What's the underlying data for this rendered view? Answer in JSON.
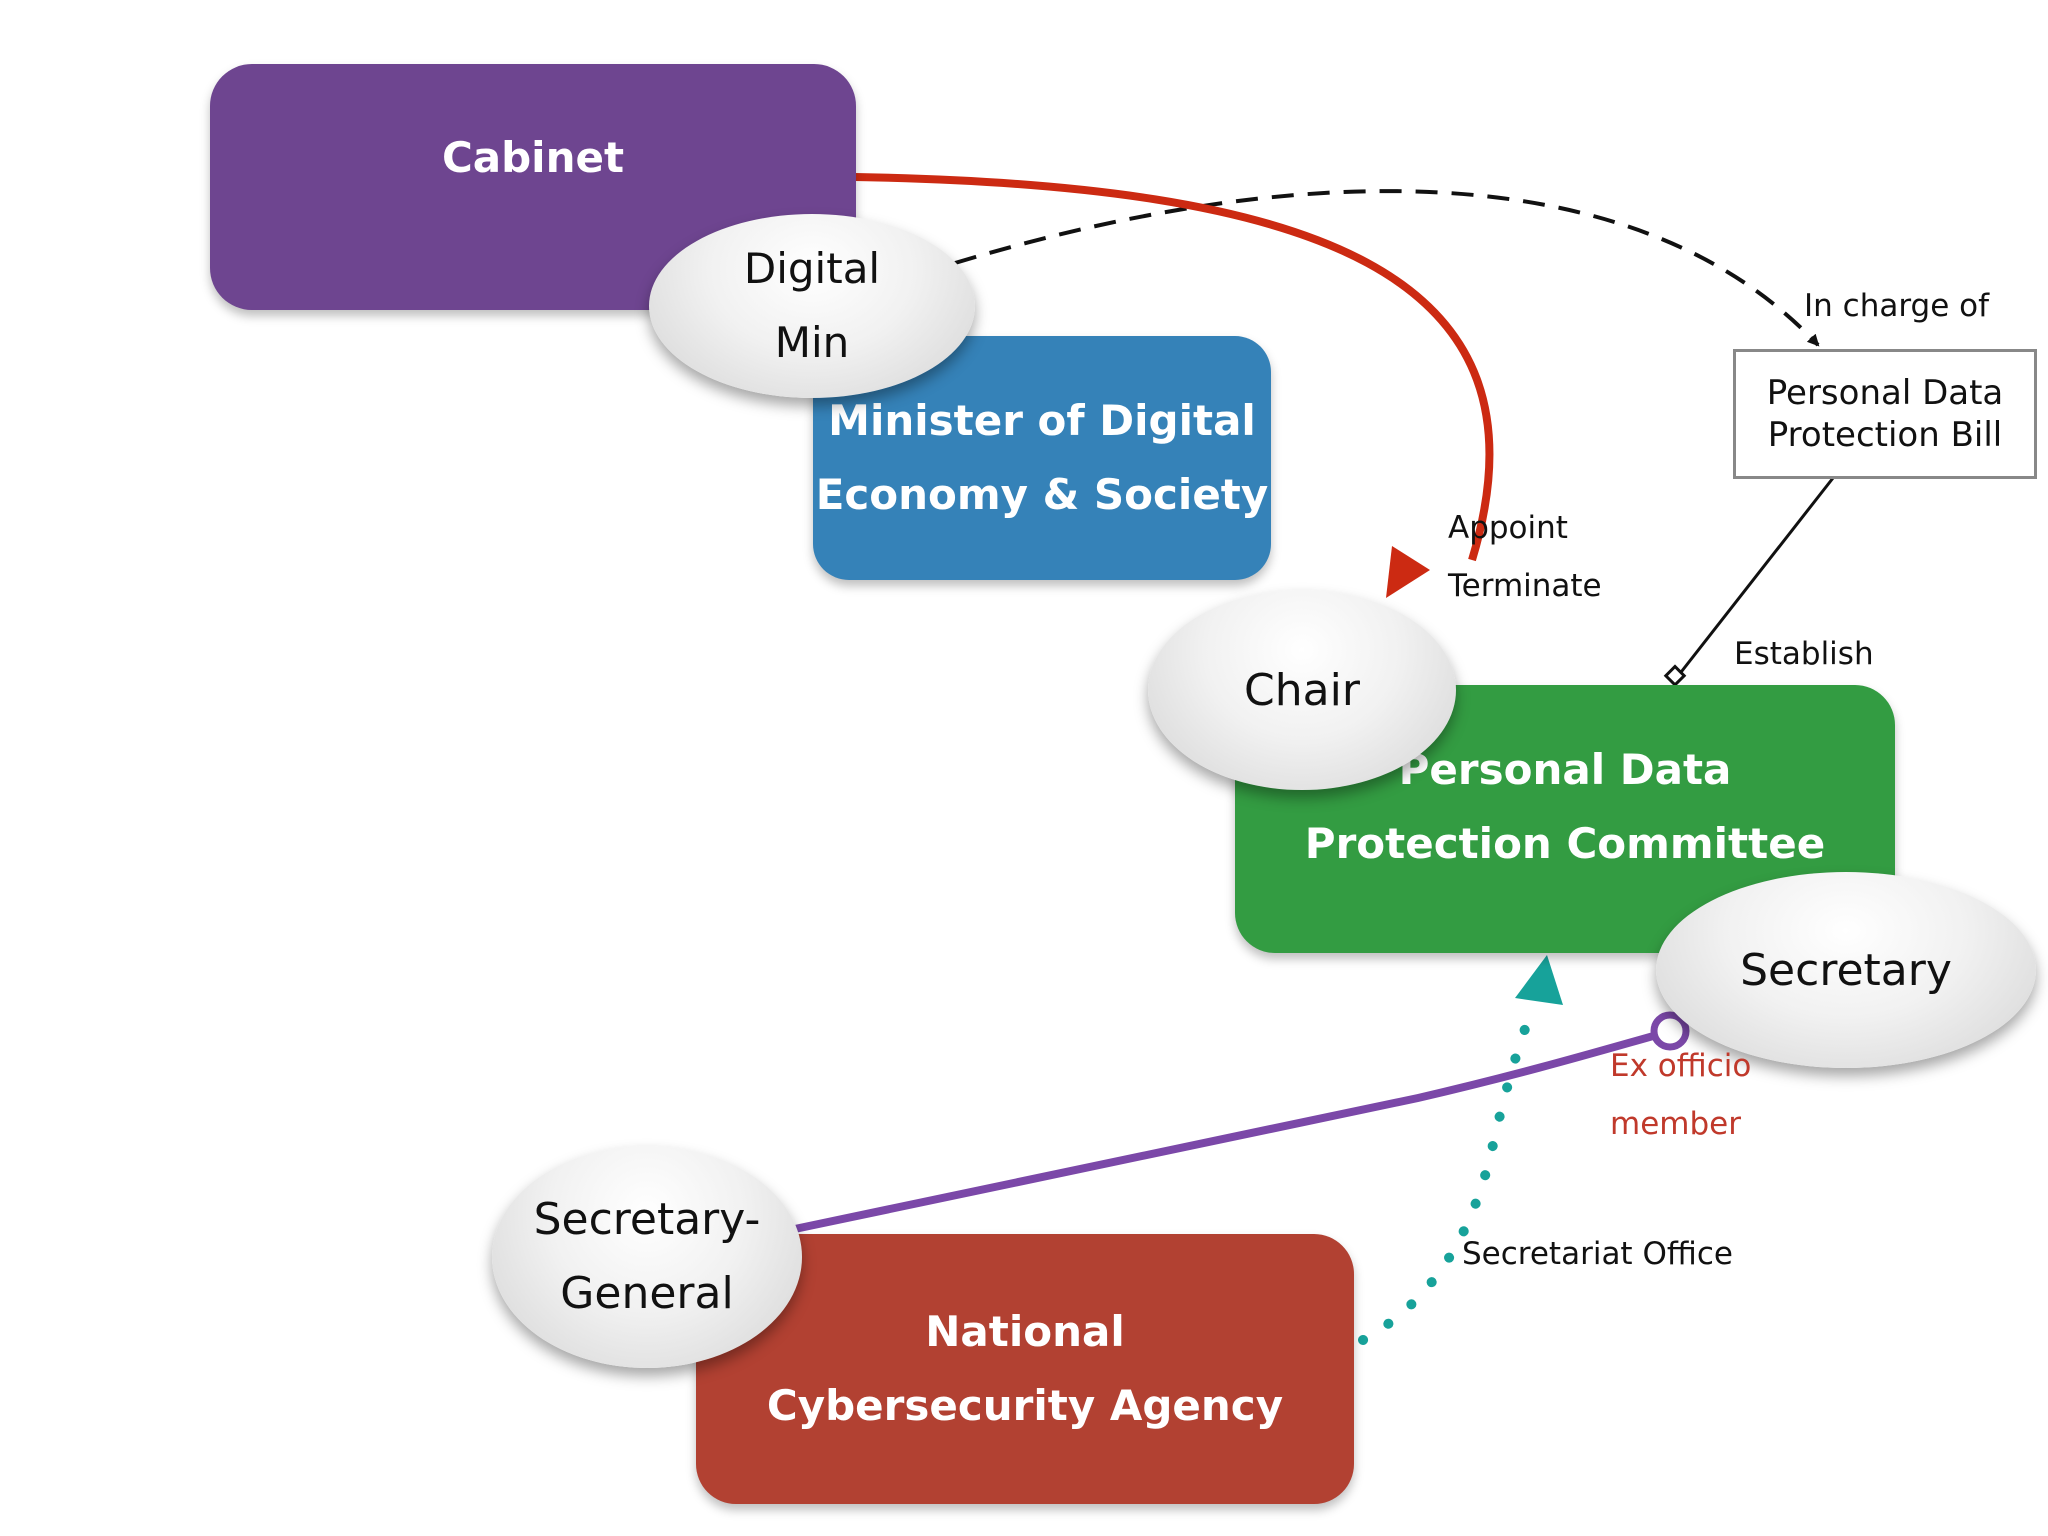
{
  "nodes": {
    "cabinet": {
      "lines": [
        "Cabinet"
      ],
      "color": "#6e4590"
    },
    "minister": {
      "lines": [
        "Minister of Digital",
        "Economy & Society"
      ],
      "color": "#3582b8"
    },
    "committee": {
      "lines": [
        "Personal Data",
        "Protection Committee"
      ],
      "color": "#339c42"
    },
    "agency": {
      "lines": [
        "National",
        "Cybersecurity Agency"
      ],
      "color": "#b24132"
    },
    "bill": {
      "lines": [
        "Personal Data",
        "Protection Bill"
      ]
    }
  },
  "ovals": {
    "digital_min": {
      "lines": [
        "Digital",
        "Min"
      ]
    },
    "chair": {
      "lines": [
        "Chair"
      ]
    },
    "secretary": {
      "lines": [
        "Secretary"
      ]
    },
    "secretary_general": {
      "lines": [
        "Secretary-",
        "General"
      ]
    }
  },
  "edges": {
    "appoint": {
      "lines": [
        "Appoint",
        "Terminate"
      ],
      "color": "#cc2a12"
    },
    "in_charge": {
      "label": "In charge of"
    },
    "establish": {
      "label": "Establish"
    },
    "ex_officio": {
      "lines": [
        "Ex officio",
        "member"
      ],
      "color": "#c0392b",
      "line_color": "#7b48a8"
    },
    "secretariat": {
      "label": "Secretariat Office",
      "color": "#17a29a"
    }
  }
}
